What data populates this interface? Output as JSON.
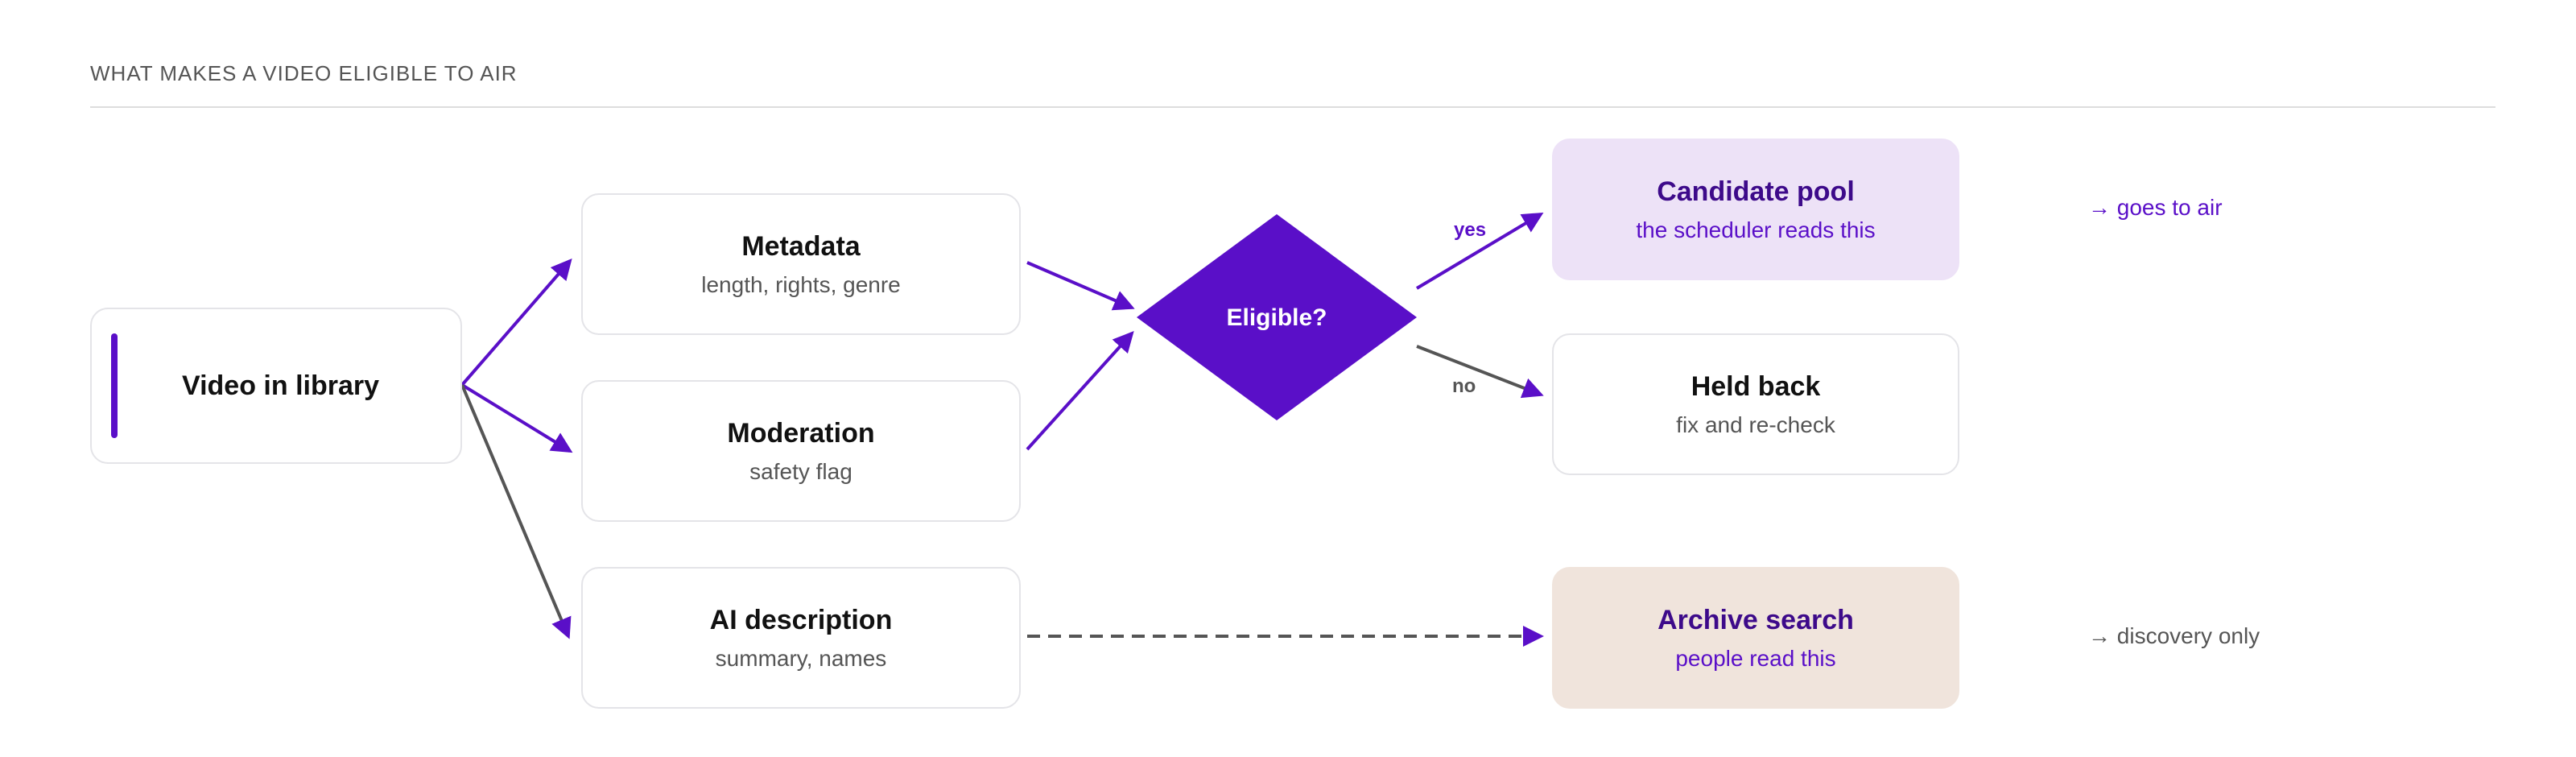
{
  "title": "WHAT MAKES A VIDEO ELIGIBLE TO AIR",
  "colors": {
    "accent": "#5a0fc8",
    "neutral_line": "#555555",
    "pool_fill": "#ede2f7",
    "archive_fill": "#f0e4dc"
  },
  "nodes": {
    "source": {
      "label": "Video in library"
    },
    "metadata": {
      "label": "Metadata",
      "sub": "length, rights, genre"
    },
    "moderation": {
      "label": "Moderation",
      "sub": "safety flag"
    },
    "ai_description": {
      "label": "AI description",
      "sub": "summary, names"
    },
    "decision": {
      "label": "Eligible?"
    },
    "candidate_pool": {
      "label": "Candidate pool",
      "sub": "the scheduler reads this"
    },
    "held_back": {
      "label": "Held back",
      "sub": "fix and re-check"
    },
    "archive_search": {
      "label": "Archive search",
      "sub": "people read this"
    }
  },
  "edges": {
    "yes_label": "yes",
    "no_label": "no"
  },
  "notes": {
    "goes_to_air": "→ goes to air",
    "discovery_only": "→ discovery only"
  }
}
